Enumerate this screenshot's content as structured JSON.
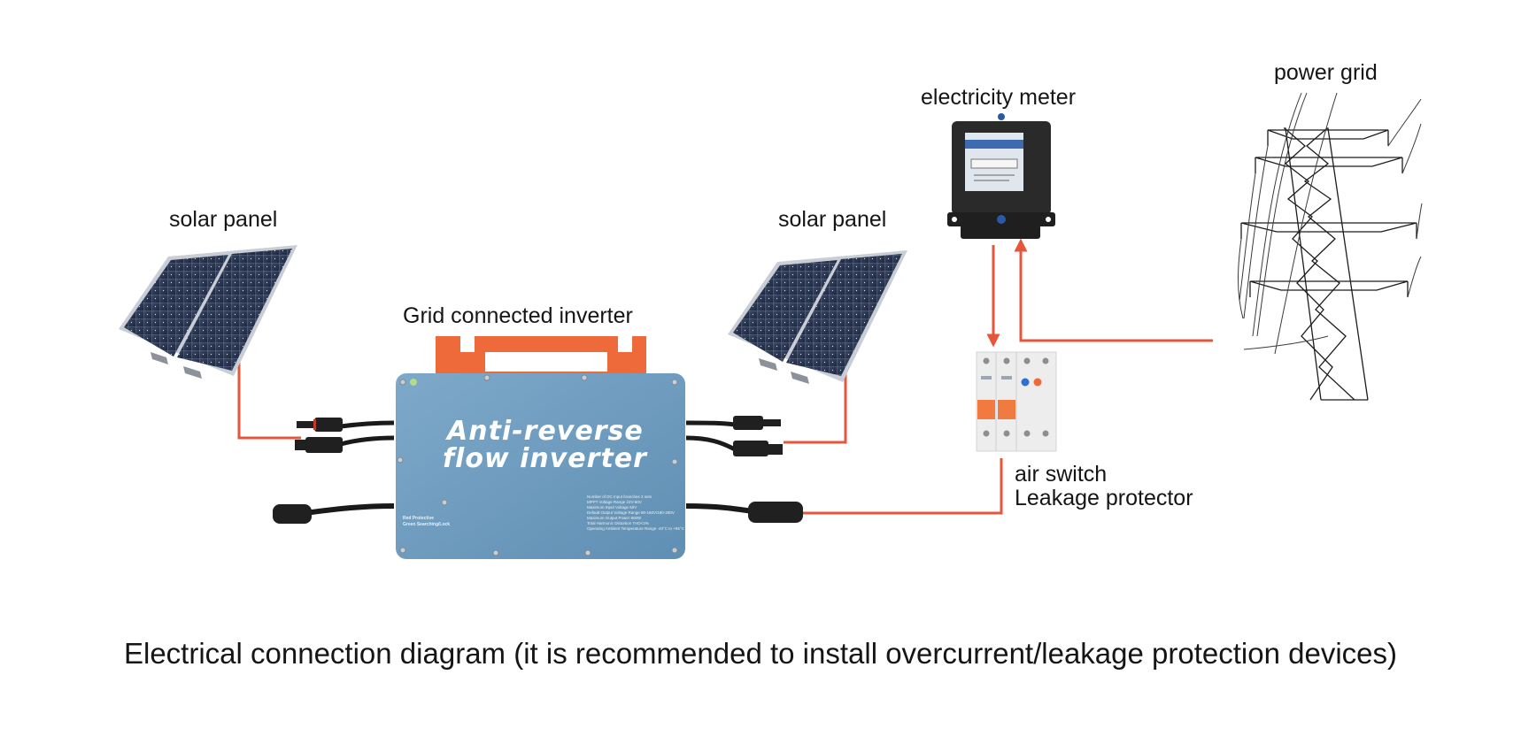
{
  "diagram": {
    "title": "Electrical connection diagram (it is recommended to install overcurrent/leakage protection devices)",
    "wire_color": "#e4573b",
    "nodes": {
      "solar_panel_left": {
        "label": "solar panel",
        "icon": "solar-panel-icon"
      },
      "solar_panel_right": {
        "label": "solar panel",
        "icon": "solar-panel-icon"
      },
      "inverter": {
        "label": "Grid connected inverter",
        "icon": "inverter-icon",
        "front_text_line1": "Anti-reverse",
        "front_text_line2": "flow inverter",
        "body_color": "#6c9cc0",
        "bracket_color": "#ef6a3a",
        "left_mini_text_1": "Red Protective",
        "left_mini_text_2": "Green Searching/Lock",
        "spec_lines": [
          "Number of DC Input branches   2 sets",
          "MPPT Voltage Range   22V-60V",
          "Maximum Input Voltage   60V",
          "Default Output Voltage Range   80-160V/180-280V",
          "Maximum Output Power   800W",
          "Total Harmonic Distortion   THD<3%",
          "Operating Ambient Temperature Range   -40°C to +65°C"
        ]
      },
      "electricity_meter": {
        "label": "electricity meter",
        "icon": "electricity-meter-icon"
      },
      "power_grid": {
        "label": "power grid",
        "icon": "transmission-tower-icon"
      },
      "breaker": {
        "label_line1": "air switch",
        "label_line2": "Leakage protector",
        "icon": "circuit-breaker-icon"
      }
    },
    "connections": [
      {
        "from": "solar_panel_left",
        "to": "inverter_dc_input_left"
      },
      {
        "from": "solar_panel_right",
        "to": "inverter_dc_input_right"
      },
      {
        "from": "inverter_ac_output",
        "to": "breaker"
      },
      {
        "from": "electricity_meter",
        "to": "breaker",
        "arrow": "to"
      },
      {
        "from": "power_grid",
        "to": "electricity_meter",
        "arrow": "to"
      }
    ]
  }
}
